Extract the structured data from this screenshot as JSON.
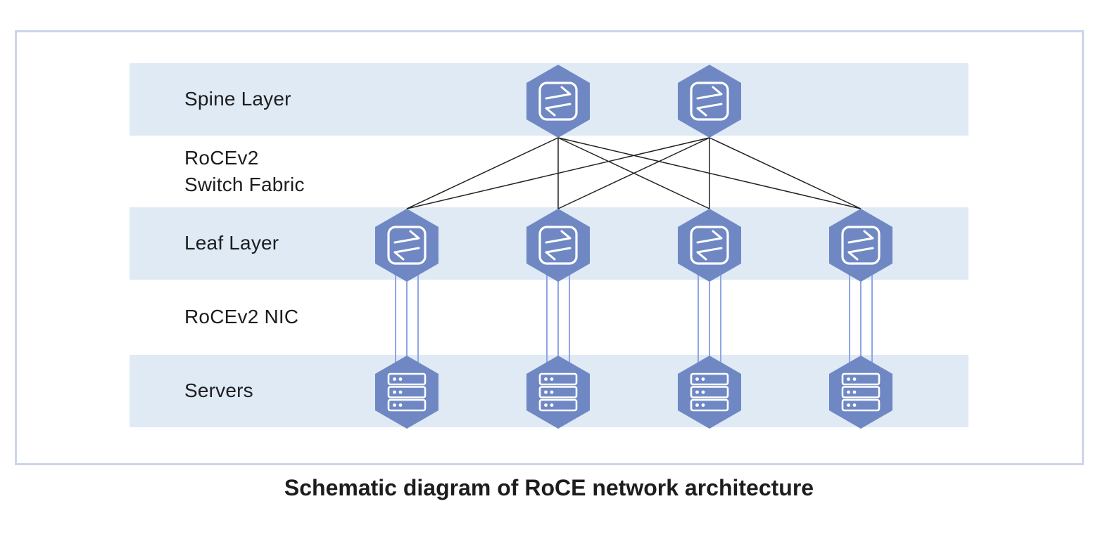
{
  "caption": "Schematic diagram of RoCE network architecture",
  "diagram": {
    "layers": [
      {
        "id": "spine-layer",
        "label": "Spine Layer",
        "shaded": true
      },
      {
        "id": "switch-fabric",
        "label": "RoCEv2\nSwitch Fabric",
        "shaded": false
      },
      {
        "id": "leaf-layer",
        "label": "Leaf Layer",
        "shaded": true
      },
      {
        "id": "nic-layer",
        "label": "RoCEv2 NIC",
        "shaded": false
      },
      {
        "id": "servers-layer",
        "label": "Servers",
        "shaded": true
      }
    ],
    "nodes": {
      "spine_switches": [
        {
          "id": "spine-switch-1",
          "icon": "switch-icon"
        },
        {
          "id": "spine-switch-2",
          "icon": "switch-icon"
        }
      ],
      "leaf_switches": [
        {
          "id": "leaf-switch-1",
          "icon": "switch-icon"
        },
        {
          "id": "leaf-switch-2",
          "icon": "switch-icon"
        },
        {
          "id": "leaf-switch-3",
          "icon": "switch-icon"
        },
        {
          "id": "leaf-switch-4",
          "icon": "switch-icon"
        }
      ],
      "servers": [
        {
          "id": "server-1",
          "icon": "server-icon"
        },
        {
          "id": "server-2",
          "icon": "server-icon"
        },
        {
          "id": "server-3",
          "icon": "server-icon"
        },
        {
          "id": "server-4",
          "icon": "server-icon"
        }
      ]
    },
    "topology": {
      "spine_to_leaf": "full-mesh",
      "leaf_to_server": "triple-parallel-link",
      "nic_links_per_server": 3
    },
    "colors": {
      "band": "#dfeaf5",
      "box_border": "#cdd5ec",
      "node_fill": "#6f88c4",
      "icon_stroke": "#ffffff",
      "mesh_link": "#222222",
      "nic_link": "#8ea6e8",
      "text": "#1d1d1f"
    }
  }
}
